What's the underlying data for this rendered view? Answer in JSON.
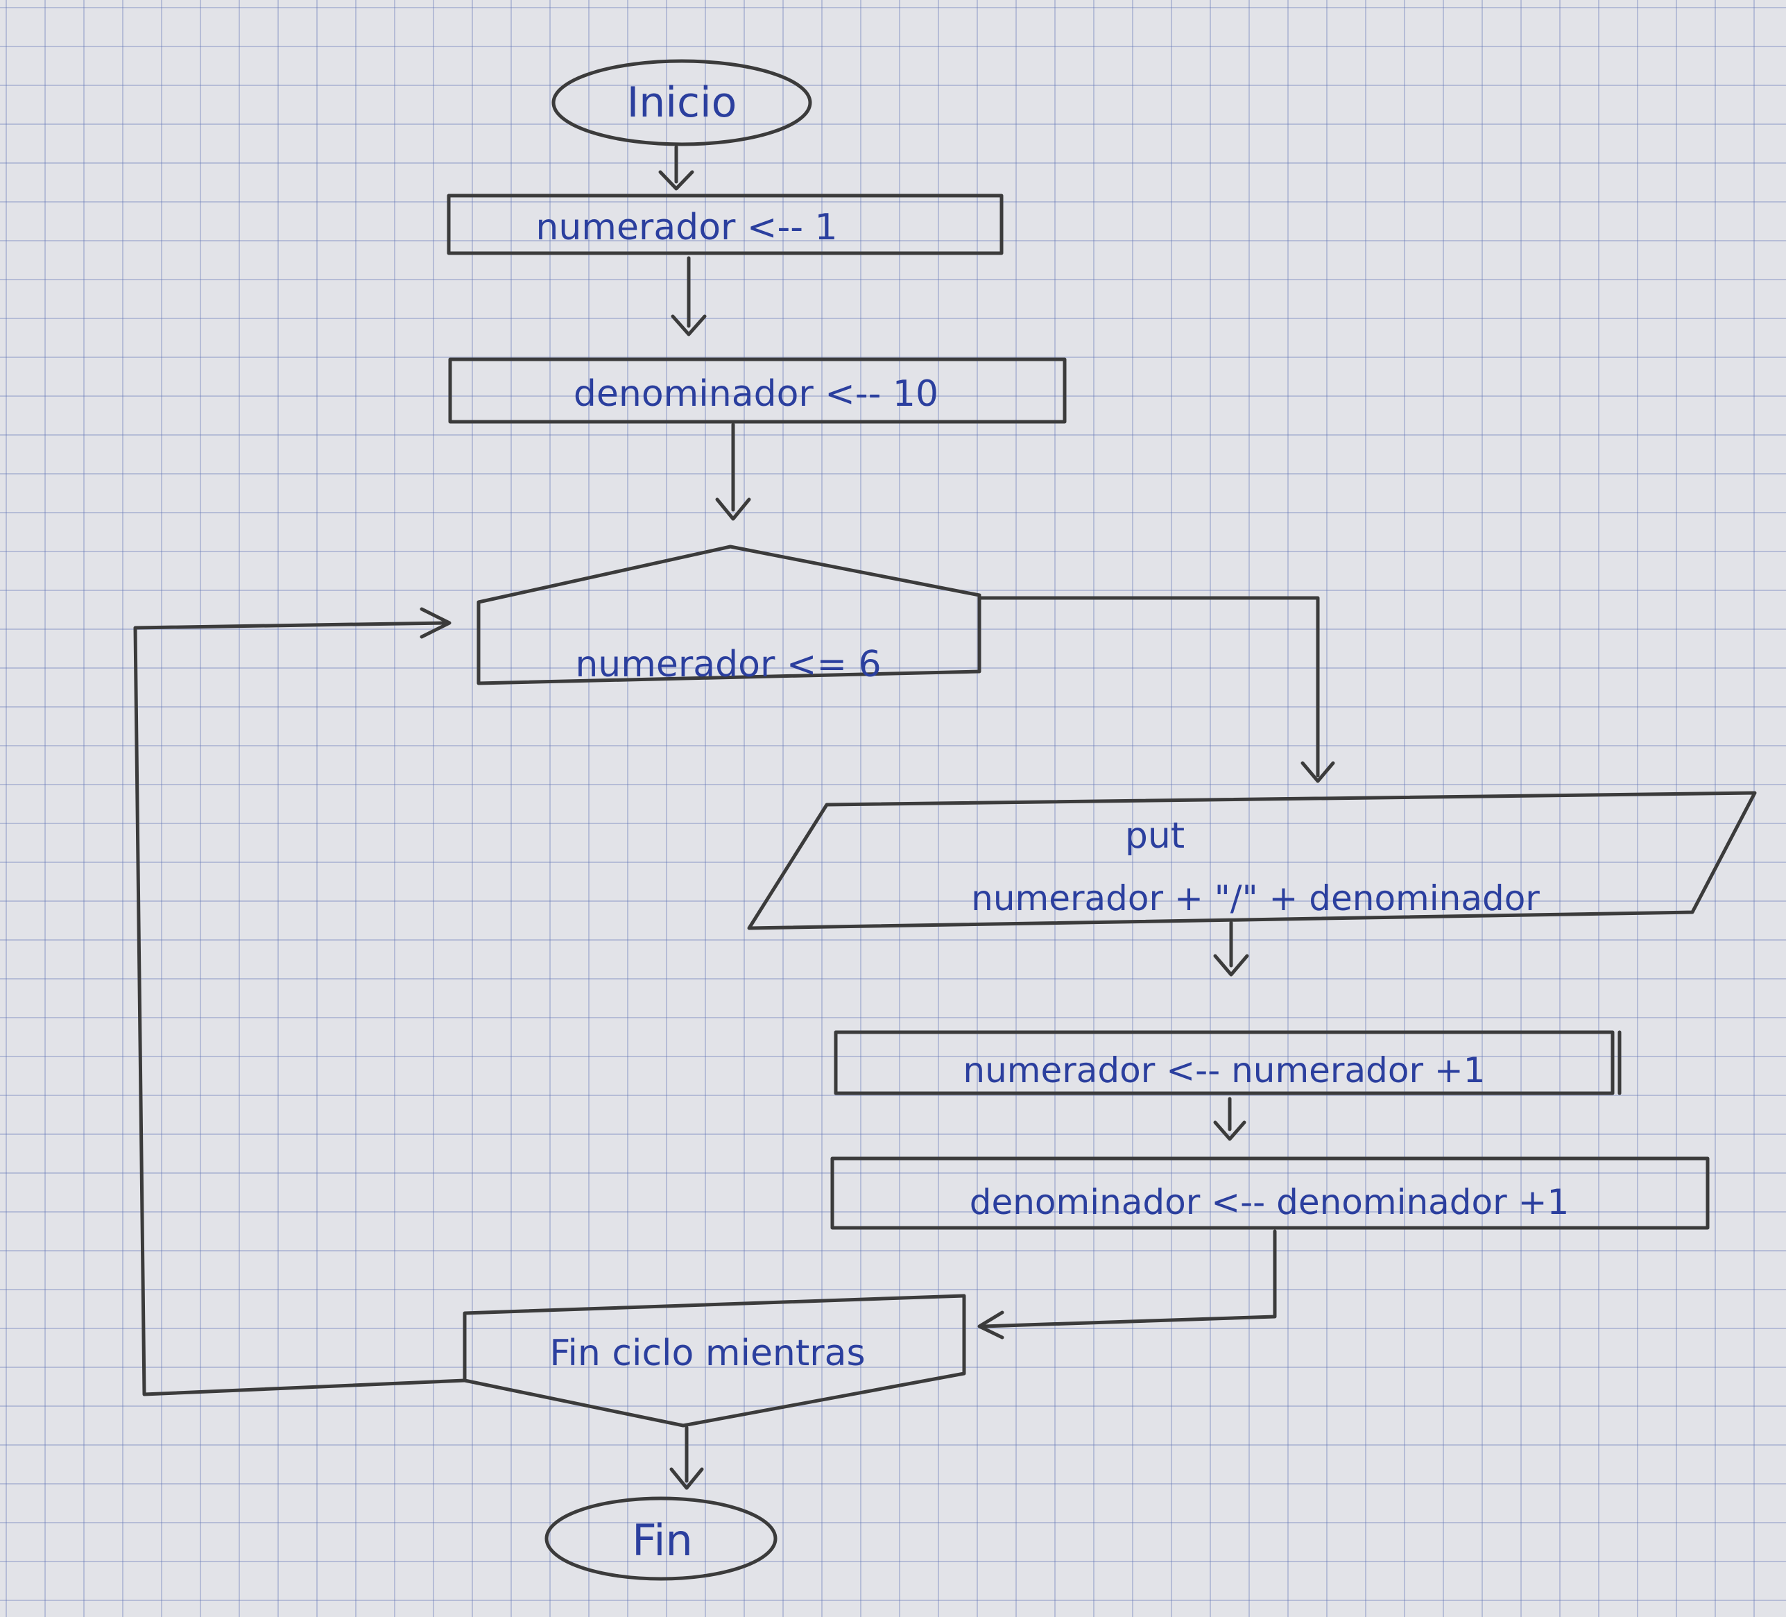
{
  "flowchart": {
    "start": "Inicio",
    "assign_numerador": "numerador <-- 1",
    "assign_denominador": "denominador <-- 10",
    "loop_condition": "numerador <= 6",
    "output_keyword": "put",
    "output_expression": "numerador + \"/\" + denominador",
    "increment_numerador": "numerador <-- numerador +1",
    "increment_denominador": "denominador <-- denominador +1",
    "loop_end": "Fin ciclo mientras",
    "end": "Fin"
  },
  "colors": {
    "ink": "#2b3f9e",
    "pencil": "#3b3b3b",
    "paper": "#e2e3e8",
    "grid": "#5c70b2"
  }
}
